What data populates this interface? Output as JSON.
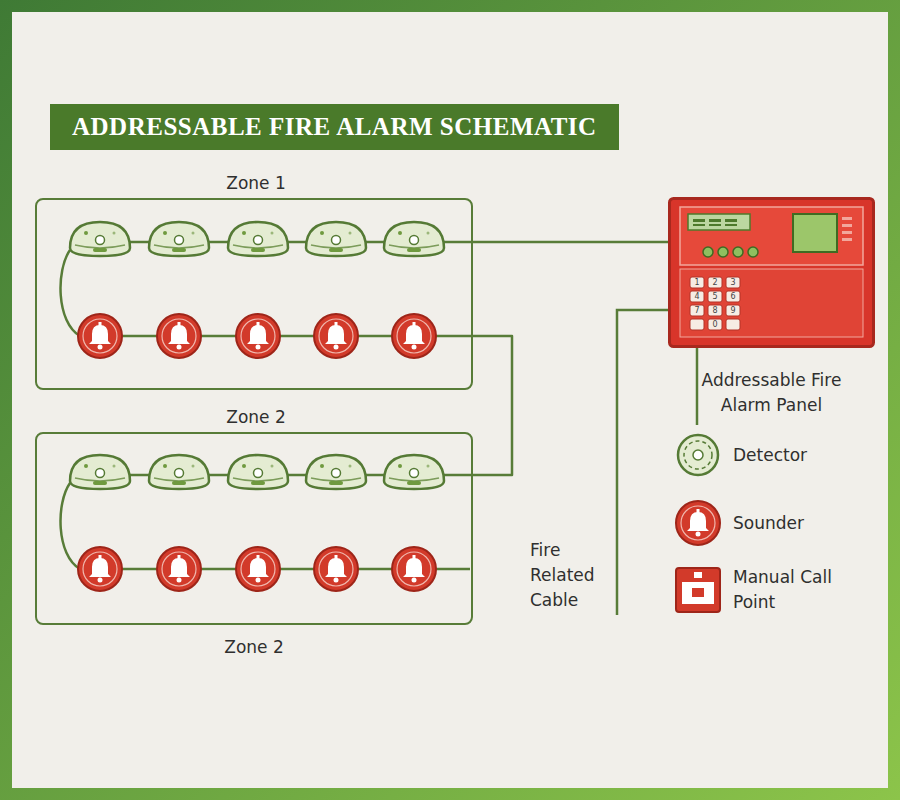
{
  "diagram": {
    "title": "ADDRESSABLE FIRE ALARM SCHEMATIC",
    "nodes": [
      {
        "text": [
          "Zone 1"
        ]
      },
      {
        "text": [
          "Zone 2"
        ]
      },
      {
        "text": [
          "Addressable Fire Alarm Panel"
        ]
      }
    ],
    "edges": [
      {
        "from": 0,
        "to": 2,
        "arrow": "none"
      },
      {
        "from": 0,
        "to": 1,
        "arrow": "none"
      }
    ],
    "labels": [
      "Zone 2",
      "Fire Related Cable",
      "1",
      "2",
      "3",
      "4",
      "5",
      "6",
      "7",
      "8",
      "9",
      "0"
    ],
    "legend": [
      {
        "text": "Detector"
      },
      {
        "text": "Sounder"
      },
      {
        "text": "Manual Call Point"
      }
    ]
  }
}
